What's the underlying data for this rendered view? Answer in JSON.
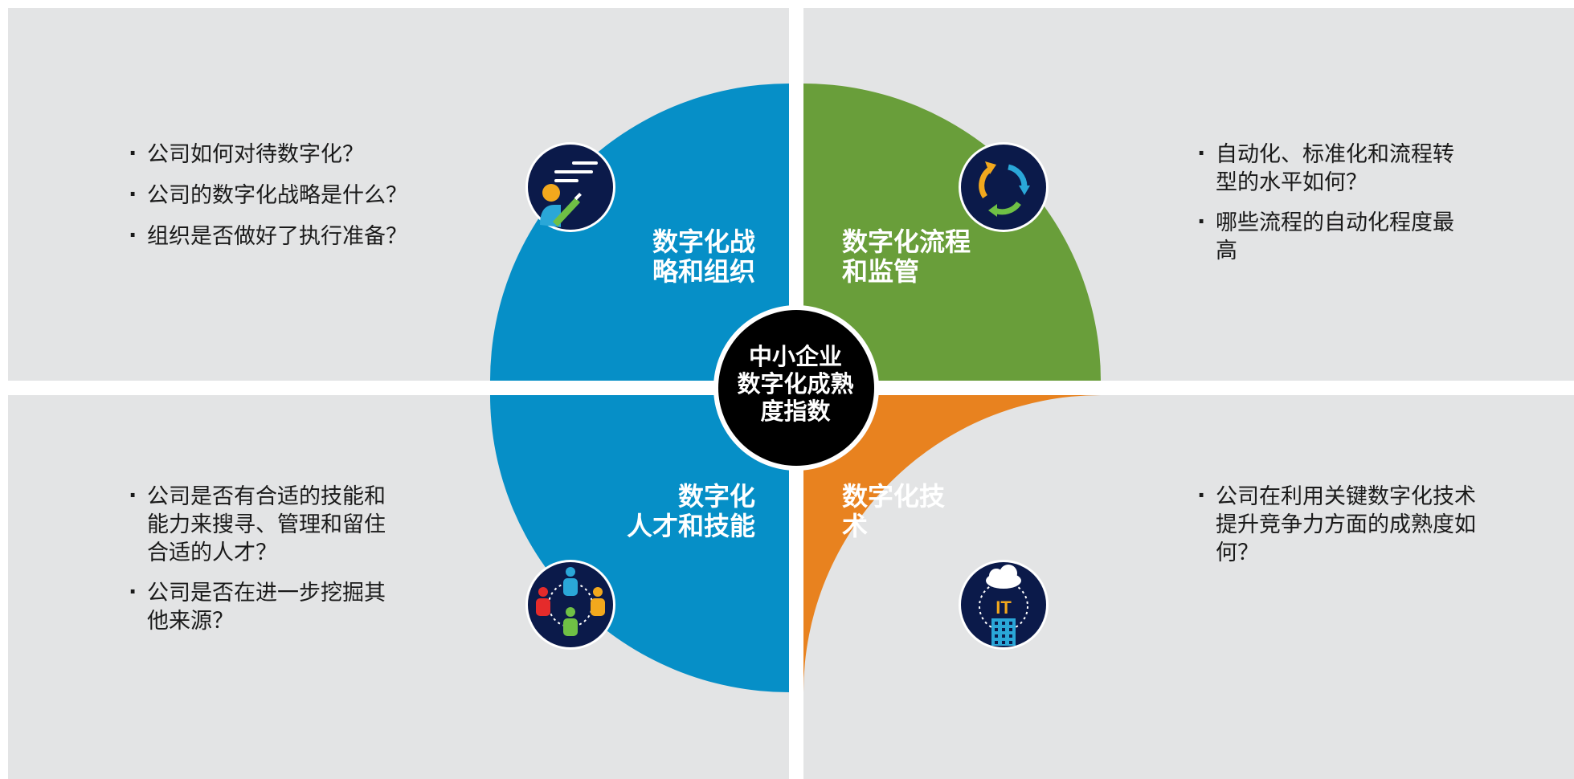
{
  "center": {
    "line1": "中小企业",
    "line2": "数字化成熟",
    "line3": "度指数"
  },
  "colors": {
    "background_panel": "#e3e4e5",
    "strategy_blue": "#068fc7",
    "process_green": "#699e3a",
    "technology_orange": "#e8821f",
    "center_black": "#000000",
    "icon_navy": "#0b1a4a"
  },
  "quadrants": {
    "top_left": {
      "label_line1": "数字化战",
      "label_line2": "略和组织",
      "icon": "strategy-person-document-icon",
      "questions": [
        "公司如何对待数字化？",
        "公司的数字化战略是什么？",
        "组织是否做好了执行准备？"
      ]
    },
    "top_right": {
      "label_line1": "数字化流程",
      "label_line2": "和监管",
      "icon": "process-cycle-arrows-icon",
      "questions": [
        "自动化、标准化和流程转型的水平如何？",
        "哪些流程的自动化程度最高"
      ]
    },
    "bottom_left": {
      "label_line1": "数字化",
      "label_line2": "人才和技能",
      "icon": "people-network-icon",
      "questions": [
        "公司是否有合适的技能和能力来搜寻、管理和留住合适的人才？",
        "公司是否在进一步挖掘其他来源？"
      ]
    },
    "bottom_right": {
      "label_line1": "数字化技",
      "label_line2": "术",
      "icon": "it-cloud-building-icon",
      "icon_text": "IT",
      "questions": [
        "公司在利用关键数字化技术提升竞争力方面的成熟度如何？"
      ]
    }
  }
}
